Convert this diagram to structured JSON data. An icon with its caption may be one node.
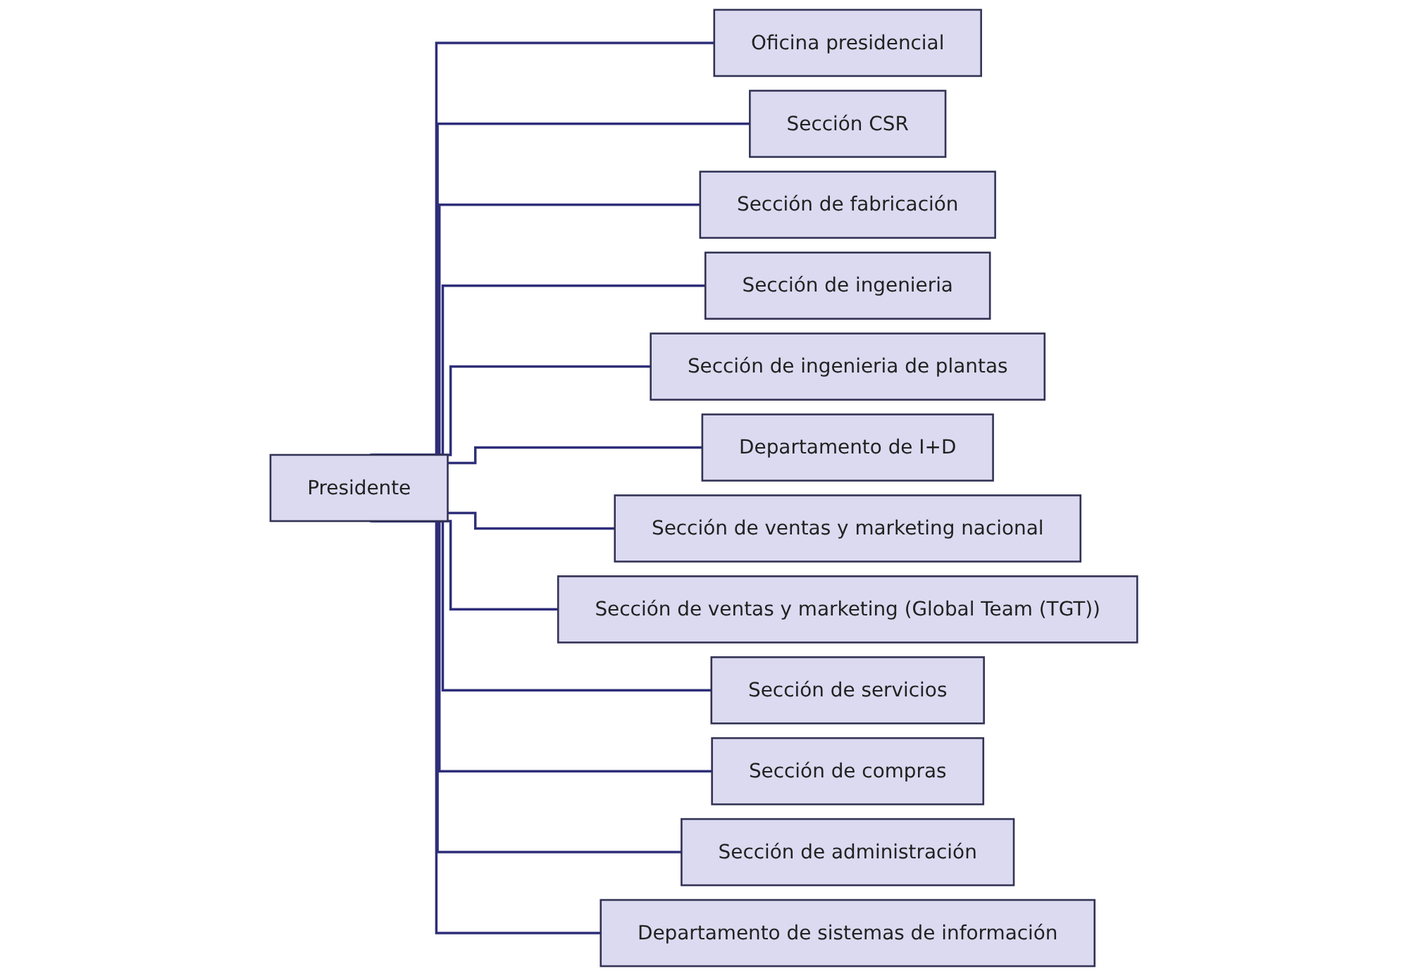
{
  "diagram": {
    "nodes": [
      {
        "text": [
          "Presidente"
        ]
      },
      {
        "text": [
          "Oficina presidencial"
        ]
      },
      {
        "text": [
          "Sección CSR"
        ]
      },
      {
        "text": [
          "Sección de fabricación"
        ]
      },
      {
        "text": [
          "Sección de ingenieria"
        ]
      },
      {
        "text": [
          "Sección de ingenieria de plantas"
        ]
      },
      {
        "text": [
          "Departamento de I+D"
        ]
      },
      {
        "text": [
          "Sección de ventas y marketing nacional"
        ]
      },
      {
        "text": [
          "Sección de ventas y marketing (Global Team (TGT))"
        ]
      },
      {
        "text": [
          "Sección de servicios"
        ]
      },
      {
        "text": [
          "Sección de compras"
        ]
      },
      {
        "text": [
          "Sección de administración"
        ]
      },
      {
        "text": [
          "Departamento de sistemas de información"
        ]
      }
    ],
    "edges": [
      {
        "from": 0,
        "to": 1,
        "arrow": "none"
      },
      {
        "from": 0,
        "to": 2,
        "arrow": "none"
      },
      {
        "from": 0,
        "to": 3,
        "arrow": "none"
      },
      {
        "from": 0,
        "to": 4,
        "arrow": "none"
      },
      {
        "from": 0,
        "to": 5,
        "arrow": "none"
      },
      {
        "from": 0,
        "to": 6,
        "arrow": "none"
      },
      {
        "from": 0,
        "to": 7,
        "arrow": "none"
      },
      {
        "from": 0,
        "to": 8,
        "arrow": "none"
      },
      {
        "from": 0,
        "to": 9,
        "arrow": "none"
      },
      {
        "from": 0,
        "to": 10,
        "arrow": "none"
      },
      {
        "from": 0,
        "to": 11,
        "arrow": "none"
      },
      {
        "from": 0,
        "to": 12,
        "arrow": "none"
      }
    ]
  }
}
